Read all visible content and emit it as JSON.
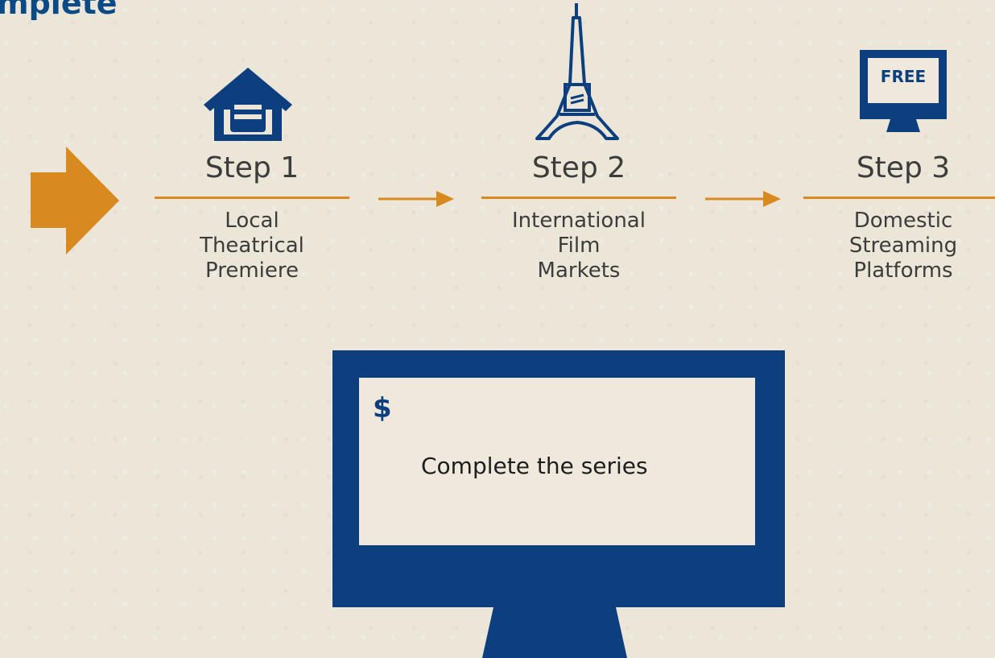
{
  "heading": "mplete",
  "steps": [
    {
      "title": "Step 1",
      "lines": [
        "Local",
        "Theatrical",
        "Premiere"
      ],
      "icon": "house-icon"
    },
    {
      "title": "Step 2",
      "lines": [
        "International",
        "Film",
        "Markets"
      ],
      "icon": "eiffel-tower-icon"
    },
    {
      "title": "Step 3",
      "lines": [
        "Domestic",
        "Streaming",
        "Platforms"
      ],
      "icon": "monitor-free-icon"
    }
  ],
  "step3_badge": "FREE",
  "bottom_monitor": {
    "symbol": "$",
    "caption": "Complete the series",
    "icon": "monitor-icon"
  },
  "colors": {
    "navy": "#0d3f7f",
    "orange": "#d8891f",
    "background": "#ece6d9"
  }
}
